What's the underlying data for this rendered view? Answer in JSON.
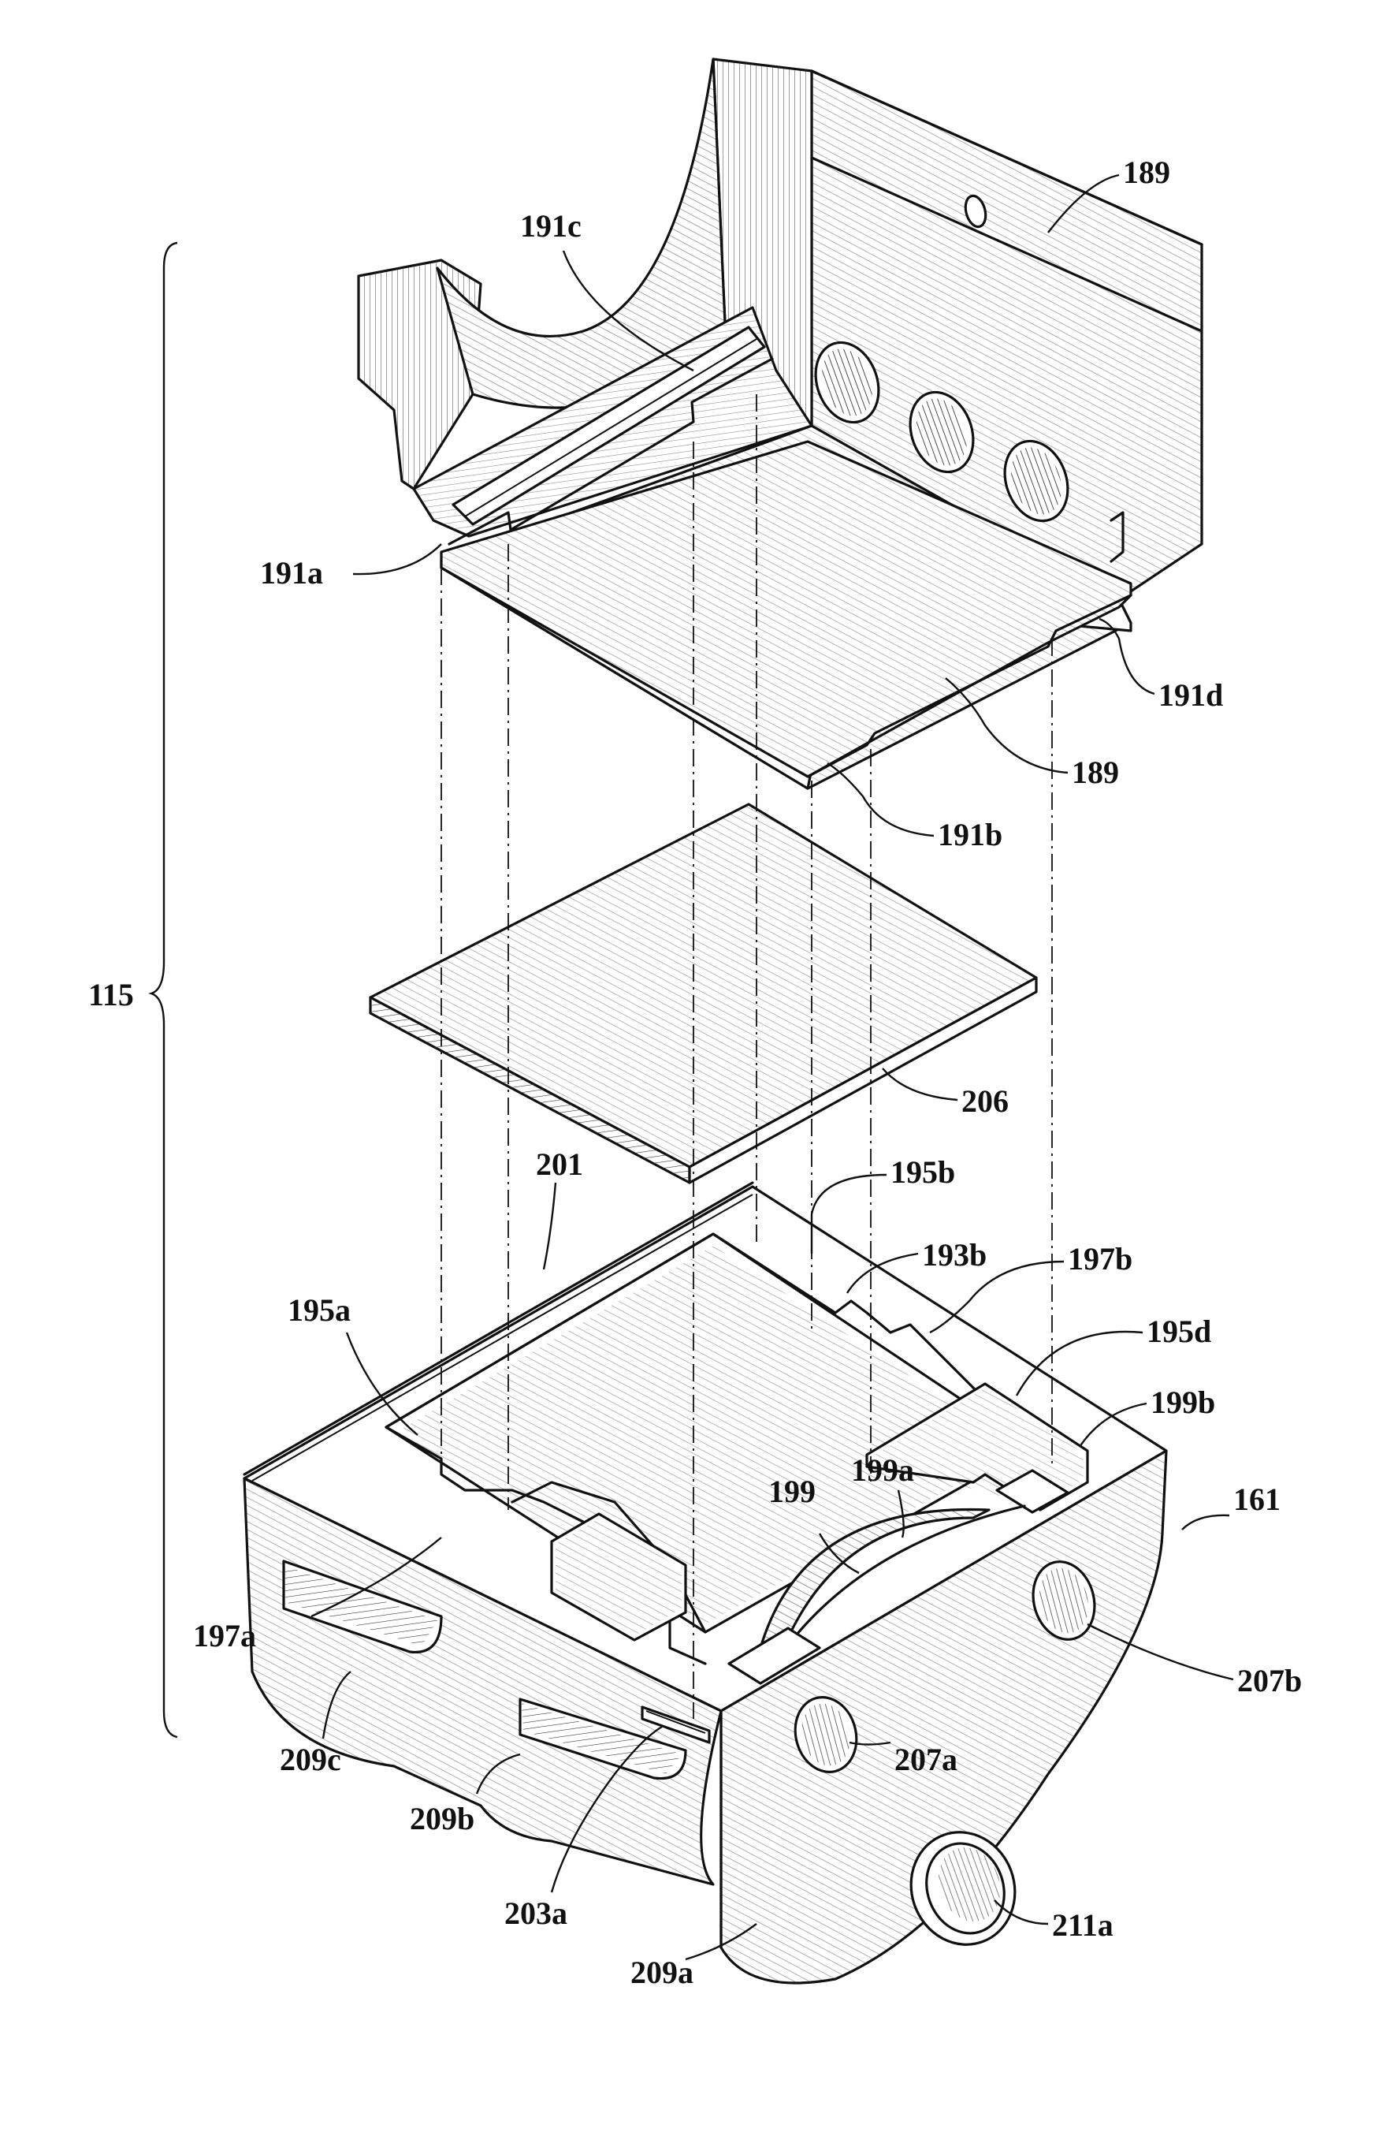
{
  "figure": {
    "labels": {
      "l189_top": "189",
      "l191c": "191c",
      "l191a": "191a",
      "l191d": "191d",
      "l189_mid": "189",
      "l191b": "191b",
      "l115": "115",
      "l206": "206",
      "l201": "201",
      "l195b": "195b",
      "l193b": "193b",
      "l197b": "197b",
      "l195a": "195a",
      "l195d": "195d",
      "l199b": "199b",
      "l199": "199",
      "l199a": "199a",
      "l161": "161",
      "l197a": "197a",
      "l207b": "207b",
      "l207a": "207a",
      "l209c": "209c",
      "l209b": "209b",
      "l211a": "211a",
      "l203a": "203a",
      "l209a": "209a"
    }
  }
}
